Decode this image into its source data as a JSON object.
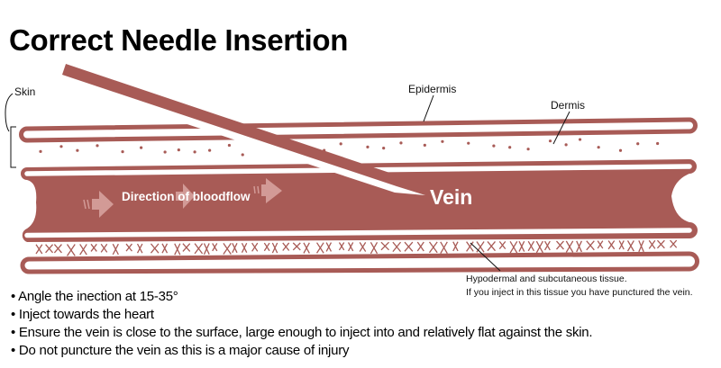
{
  "title": "Correct Needle Insertion",
  "colors": {
    "tissue": "#a85b56",
    "arrow": "#d29a96"
  },
  "labels": {
    "skin": "Skin",
    "epidermis": "Epidermis",
    "dermis": "Dermis",
    "vein": "Vein",
    "bloodflow": "Direction of bloodflow",
    "hypodermal_line1": "Hypodermal and subcutaneous tissue.",
    "hypodermal_line2": "If you inject in this tissue you have punctured the vein."
  },
  "bullets": [
    "Angle the inection at 15-35°",
    "Inject towards the heart",
    "Ensure the vein is close to the surface, large enough to inject into and relatively flat against the skin.",
    "Do not puncture the vein as this is a major cause of injury"
  ]
}
